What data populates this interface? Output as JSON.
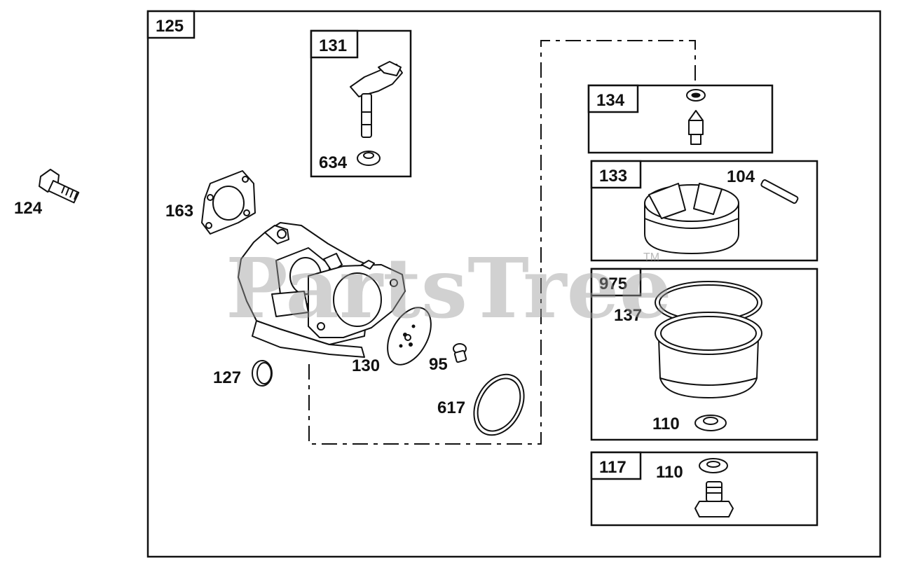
{
  "watermark": {
    "text": "PartsTree",
    "trademark": "TM"
  },
  "callouts": {
    "c124": "124",
    "c125": "125",
    "c131": "131",
    "c634": "634",
    "c163": "163",
    "c127": "127",
    "c130": "130",
    "c95": "95",
    "c617": "617",
    "c134": "134",
    "c133": "133",
    "c104": "104",
    "c975": "975",
    "c137": "137",
    "c110a": "110",
    "c117": "117",
    "c110b": "110"
  }
}
